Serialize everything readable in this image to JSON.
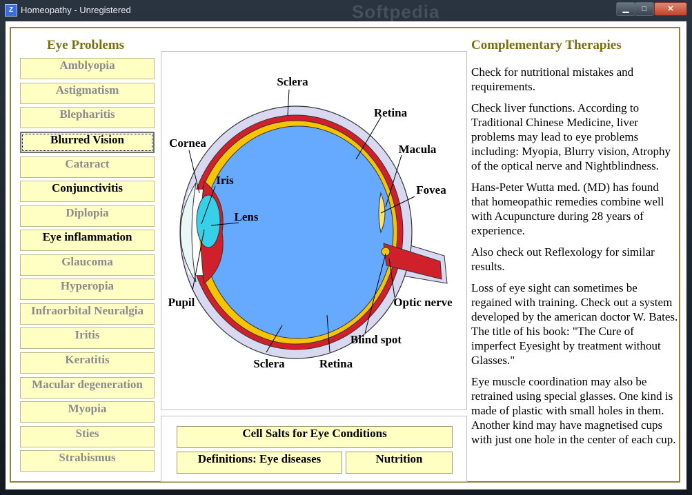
{
  "window": {
    "title": "Homeopathy - Unregistered",
    "watermark": "Softpedia",
    "icon": "app-icon",
    "controls": {
      "minimize": "▁",
      "maximize": "□",
      "close": "✕"
    }
  },
  "left": {
    "title": "Eye Problems",
    "items": [
      {
        "label": "Amblyopia",
        "active": false
      },
      {
        "label": "Astigmatism",
        "active": false
      },
      {
        "label": "Blepharitis",
        "active": false
      },
      {
        "label": "Blurred Vision",
        "active": true,
        "selected": true
      },
      {
        "label": "Cataract",
        "active": false
      },
      {
        "label": "Conjunctivitis",
        "active": true
      },
      {
        "label": "Diplopia",
        "active": false
      },
      {
        "label": "Eye inflammation",
        "active": true
      },
      {
        "label": "Glaucoma",
        "active": false
      },
      {
        "label": "Hyperopia",
        "active": false
      },
      {
        "label": "Infraorbital Neuralgia",
        "active": false
      },
      {
        "label": "Iritis",
        "active": false
      },
      {
        "label": "Keratitis",
        "active": false
      },
      {
        "label": "Macular degeneration",
        "active": false
      },
      {
        "label": "Myopia",
        "active": false
      },
      {
        "label": "Sties",
        "active": false
      },
      {
        "label": "Strabismus",
        "active": false
      }
    ]
  },
  "diagram": {
    "labels": {
      "sclera_top": "Sclera",
      "retina_top": "Retina",
      "cornea": "Cornea",
      "macula": "Macula",
      "iris": "Iris",
      "fovea": "Fovea",
      "lens": "Lens",
      "pupil": "Pupil",
      "optic_nerve": "Optic nerve",
      "blind_spot": "Blind spot",
      "sclera_bottom": "Sclera",
      "retina_bottom": "Retina"
    }
  },
  "buttons": {
    "cell_salts": "Cell Salts for Eye Conditions",
    "definitions": "Definitions: Eye diseases",
    "nutrition": "Nutrition"
  },
  "right": {
    "title": "Complementary Therapies",
    "paragraphs": [
      "Check for nutritional mistakes and requirements.",
      "Check liver functions. According to Traditional Chinese Medicine, liver problems may lead to eye problems including: Myopia, Blurry vision, Atrophy of the optical nerve and Nightblindness.",
      "Hans-Peter Wutta med. (MD) has found that homeopathic remedies combine well with Acupuncture during 28 years of experience.",
      "Also check out Reflexology for similar results.",
      "Loss of eye sight can sometimes be regained with training. Check out a system developed by the american doctor W. Bates. The title of his book: \"The Cure of imperfect Eyesight by treatment without Glasses.\"",
      "Eye muscle coordination may also be retrained using special glasses. One kind is made of plastic with small holes in them. Another kind may have magnetised cups with just one hole in the center of each cup."
    ]
  }
}
